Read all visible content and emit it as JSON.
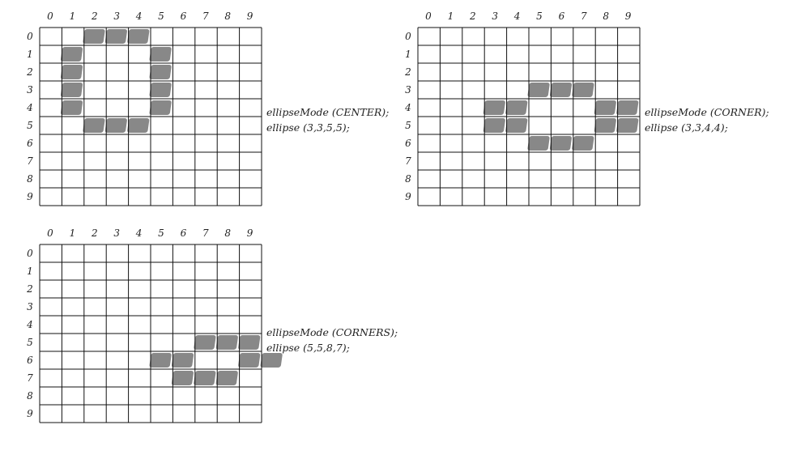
{
  "grid": {
    "col_labels": [
      "0",
      "1",
      "2",
      "3",
      "4",
      "5",
      "6",
      "7",
      "8",
      "9"
    ],
    "row_labels": [
      "0",
      "1",
      "2",
      "3",
      "4",
      "5",
      "6",
      "7",
      "8",
      "9"
    ],
    "shade_color": "#888888",
    "line_color": "#111111"
  },
  "panels": [
    {
      "code": [
        "ellipseMode (CENTER);",
        "ellipse (3,3,5,5);"
      ],
      "filled": [
        [
          1,
          1
        ],
        [
          1,
          2
        ],
        [
          1,
          3
        ],
        [
          1,
          4
        ],
        [
          5,
          1
        ],
        [
          5,
          2
        ],
        [
          5,
          3
        ],
        [
          5,
          4
        ],
        [
          2,
          0
        ],
        [
          3,
          0
        ],
        [
          4,
          0
        ],
        [
          2,
          5
        ],
        [
          3,
          5
        ],
        [
          4,
          5
        ]
      ]
    },
    {
      "code": [
        "ellipseMode (CORNER);",
        "ellipse (3,3,4,4);"
      ],
      "filled": [
        [
          3,
          4
        ],
        [
          4,
          4
        ],
        [
          5,
          3
        ],
        [
          6,
          3
        ],
        [
          7,
          3
        ],
        [
          8,
          4
        ],
        [
          9,
          4
        ],
        [
          3,
          5
        ],
        [
          4,
          5
        ],
        [
          8,
          5
        ],
        [
          9,
          5
        ],
        [
          5,
          6
        ],
        [
          6,
          6
        ],
        [
          7,
          6
        ]
      ]
    },
    {
      "code": [
        "ellipseMode (CORNERS);",
        "ellipse (5,5,8,7);"
      ],
      "filled": [
        [
          5,
          6
        ],
        [
          6,
          6
        ],
        [
          7,
          5
        ],
        [
          8,
          5
        ],
        [
          9,
          5
        ],
        [
          6,
          7
        ],
        [
          7,
          7
        ],
        [
          8,
          7
        ],
        [
          9,
          6
        ],
        [
          10,
          6
        ]
      ]
    }
  ]
}
